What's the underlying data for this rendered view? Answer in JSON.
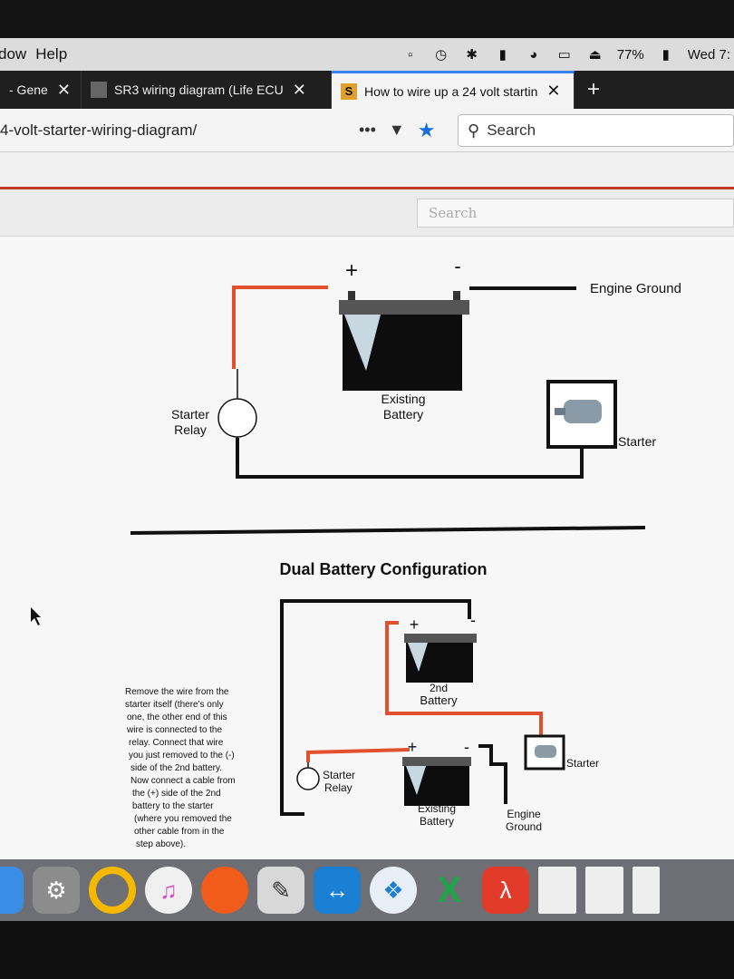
{
  "menubar": {
    "items": [
      "dow",
      "Help"
    ],
    "battery_pct": "77%",
    "clock": "Wed 7:"
  },
  "tabs": [
    {
      "title": "- Gene",
      "favicon": "generic-page-icon"
    },
    {
      "title": "SR3 wiring diagram (Life ECU",
      "favicon": "site-thumbnail-icon"
    },
    {
      "title": "How to wire up a 24 volt startin",
      "favicon": "S",
      "active": true
    }
  ],
  "toolbar": {
    "url": "4-volt-starter-wiring-diagram/",
    "search_placeholder": "Search",
    "accent_color": "#1a6fe0"
  },
  "site": {
    "search_placeholder": "Search",
    "header_line_color": "#c0392b"
  },
  "diagram": {
    "plus": "+",
    "minus": "-",
    "engine_ground": "Engine Ground",
    "existing_battery_line1": "Existing",
    "existing_battery_line2": "Battery",
    "starter_relay_line1": "Starter",
    "starter_relay_line2": "Relay",
    "starter": "Starter",
    "section_title": "Dual Battery Configuration",
    "battery2_line1": "2nd",
    "battery2_line2": "Battery",
    "starter2": "Starter",
    "relay2_line1": "Starter",
    "relay2_line2": "Relay",
    "existing2_line1": "Existing",
    "existing2_line2": "Battery",
    "ground2_line1": "Engine",
    "ground2_line2": "Ground",
    "instructions": [
      "Remove the wire from the",
      "starter itself (there's only",
      "one, the other end of this",
      "wire is connected to the",
      "relay. Connect that wire",
      "you just removed to the (-)",
      "side of the 2nd battery.",
      "Now connect a cable from",
      "the (+) side of the 2nd",
      "battery to the starter",
      "(where you removed the",
      "other cable from in the",
      "step above)."
    ],
    "wire_red": "#e2502d",
    "wire_black": "#111111"
  },
  "dock": {
    "apps": [
      "finder-icon",
      "system-preferences-icon",
      "opera-icon",
      "itunes-icon",
      "firefox-icon",
      "image-capture-icon",
      "teamviewer-icon",
      "safari-icon",
      "excel-icon",
      "acrobat-icon",
      "document-thumbnail-icon",
      "document-thumbnail-icon",
      "document-thumbnail-icon"
    ]
  }
}
